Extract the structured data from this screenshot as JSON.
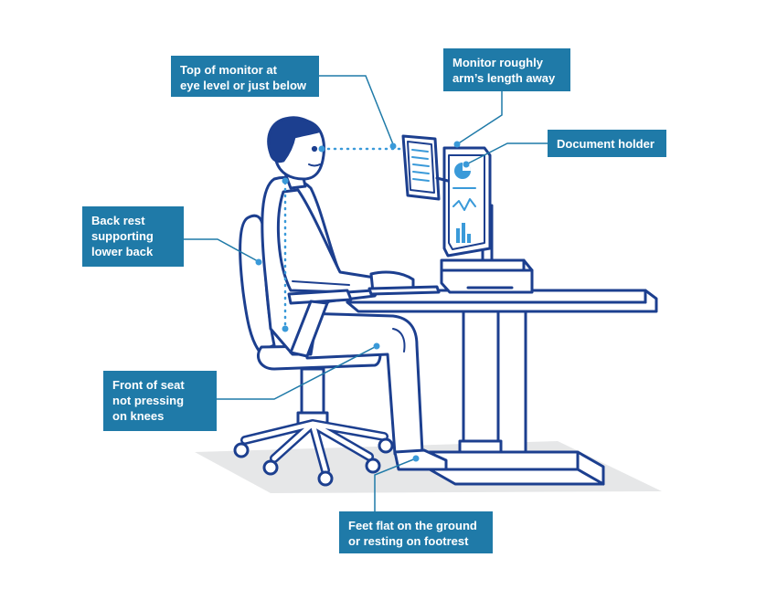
{
  "colors": {
    "line": "#1c3f8f",
    "accent": "#1f7aa8",
    "dotted": "#3a9ad9",
    "floor": "#e6e7e8",
    "skin_fill": "#ffffff"
  },
  "callouts": {
    "top_of_monitor": [
      "Top of monitor at",
      "eye level or just below"
    ],
    "arm_length": [
      "Monitor roughly",
      "arm’s length away"
    ],
    "document_holder": [
      "Document holder"
    ],
    "back_rest": [
      "Back rest",
      "supporting",
      "lower back"
    ],
    "front_of_seat": [
      "Front of seat",
      "not pressing",
      "on knees"
    ],
    "feet_flat": [
      "Feet flat on the ground",
      "or resting on footrest"
    ]
  }
}
